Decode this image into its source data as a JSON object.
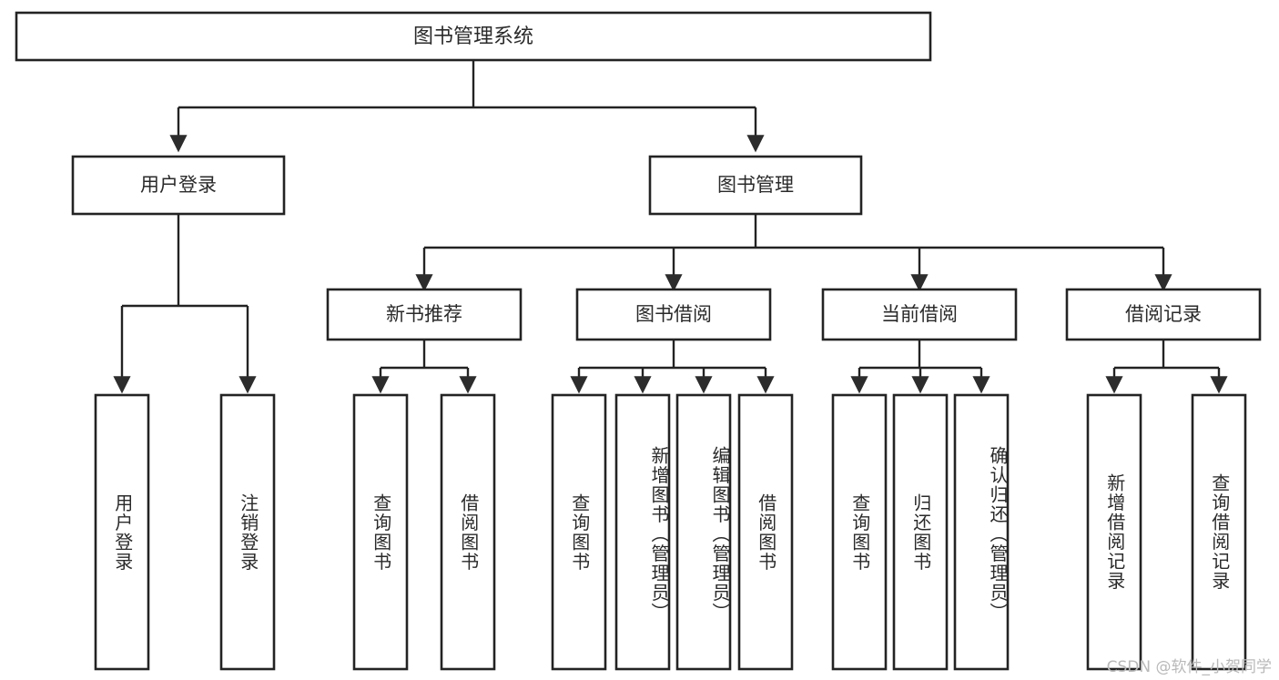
{
  "diagram": {
    "title": "图书管理系统",
    "type": "tree",
    "orientation": "top-down",
    "colors": {
      "box_stroke": "#232323",
      "box_fill": "#ffffff",
      "connector": "#232323",
      "text": "#2a2a2a",
      "watermark": "#b9b9b9",
      "background": "#ffffff"
    },
    "root": {
      "label": "图书管理系统"
    },
    "level1": [
      {
        "id": "user-login",
        "label": "用户登录"
      },
      {
        "id": "book-manage",
        "label": "图书管理"
      }
    ],
    "level2": [
      {
        "id": "new-book-recommend",
        "label": "新书推荐"
      },
      {
        "id": "book-borrow",
        "label": "图书借阅"
      },
      {
        "id": "current-borrow",
        "label": "当前借阅"
      },
      {
        "id": "borrow-record",
        "label": "借阅记录"
      }
    ],
    "leaves": {
      "user_login": [
        {
          "id": "leaf-user-login",
          "label": "用户登录"
        },
        {
          "id": "leaf-logout-login",
          "label": "注销登录"
        }
      ],
      "new_book_recommend": [
        {
          "id": "leaf-query-book-1",
          "label": "查询图书"
        },
        {
          "id": "leaf-borrow-book-1",
          "label": "借阅图书"
        }
      ],
      "book_borrow": [
        {
          "id": "leaf-query-book-2",
          "label": "查询图书"
        },
        {
          "id": "leaf-add-book",
          "label": "新增图书（管理员）"
        },
        {
          "id": "leaf-edit-book",
          "label": "编辑图书（管理员）"
        },
        {
          "id": "leaf-borrow-book-2",
          "label": "借阅图书"
        }
      ],
      "current_borrow": [
        {
          "id": "leaf-query-book-3",
          "label": "查询图书"
        },
        {
          "id": "leaf-return-book",
          "label": "归还图书"
        },
        {
          "id": "leaf-confirm-return",
          "label": "确认归还（管理员）"
        }
      ],
      "borrow_record": [
        {
          "id": "leaf-add-record",
          "label": "新增借阅记录"
        },
        {
          "id": "leaf-query-record",
          "label": "查询借阅记录"
        }
      ]
    }
  },
  "watermark": {
    "text": "CSDN @软件_小贺同学"
  }
}
